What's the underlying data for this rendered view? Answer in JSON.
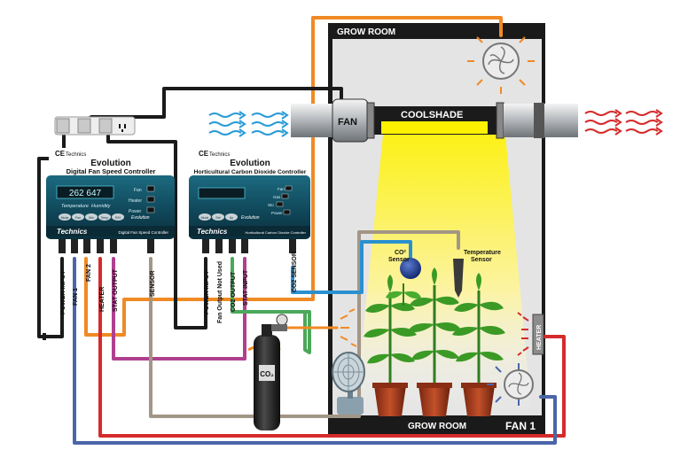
{
  "grow_room": {
    "title_top": "GROW ROOM",
    "title_bottom": "GROW ROOM",
    "fan_inline_label": "FAN",
    "coolshade_label": "COOLSHADE",
    "fan1_label": "FAN 1",
    "heater_label": "HEATER",
    "co2_sensor_label_line1": "CO²",
    "co2_sensor_label_line2": "Sensor",
    "temp_sensor_label_line1": "Temperature",
    "temp_sensor_label_line2": "Sensor",
    "co2_cylinder_label": "CO₂"
  },
  "fan_controller": {
    "ce_mark": "CE",
    "ce_brand": "Technics",
    "title": "Evolution",
    "subtitle": "Digital Fan Speed Controller",
    "display": "262 647",
    "temperature_label": "Temperature",
    "humidity_label": "Humidity",
    "indicator_fan": "Fan",
    "indicator_heater": "Heater",
    "indicator_power": "Power",
    "btn1": "Mode",
    "btn2": "Fan",
    "btn3": "Min",
    "btn4": "Temp",
    "btn5": "R/H",
    "model_label": "Evolution",
    "brand": "Technics",
    "footer_label": "Digital Fan Speed Controller",
    "ports": [
      "POWER INPUT",
      "FAN 1",
      "FAN 2",
      "HEATER",
      "STAT OUTPUT",
      "SENSOR"
    ]
  },
  "co2_controller": {
    "ce_mark": "CE",
    "ce_brand": "Technics",
    "title": "Evolution",
    "subtitle": "Horticultural Carbon Dioxide Controller",
    "indicator_fan": "Fan",
    "indicator_gas": "Gas",
    "indicator_sto": "Sto",
    "indicator_power": "Power",
    "btn1": "Mode",
    "btn2": "Set",
    "btn3": "Up",
    "model_label": "Evolution",
    "brand": "Technics",
    "footer_label": "Horticultural Carbon Dioxide Controller",
    "ports": [
      "POWER INPUT",
      "Fan Output Not Used",
      "CO2 OUTPUT",
      "STAT INPUT",
      "CO2 SENSOR"
    ]
  },
  "colors": {
    "orange": "#f08a24",
    "black": "#1a1a1a",
    "red": "#d62b2b",
    "blue": "#4a66a8",
    "magenta": "#b0408f",
    "taupe": "#a29686",
    "sensor_blue": "#2a90d0",
    "green": "#4ca85a",
    "room_bg": "#e6e6e6",
    "light_yellow": "#fff25a"
  }
}
